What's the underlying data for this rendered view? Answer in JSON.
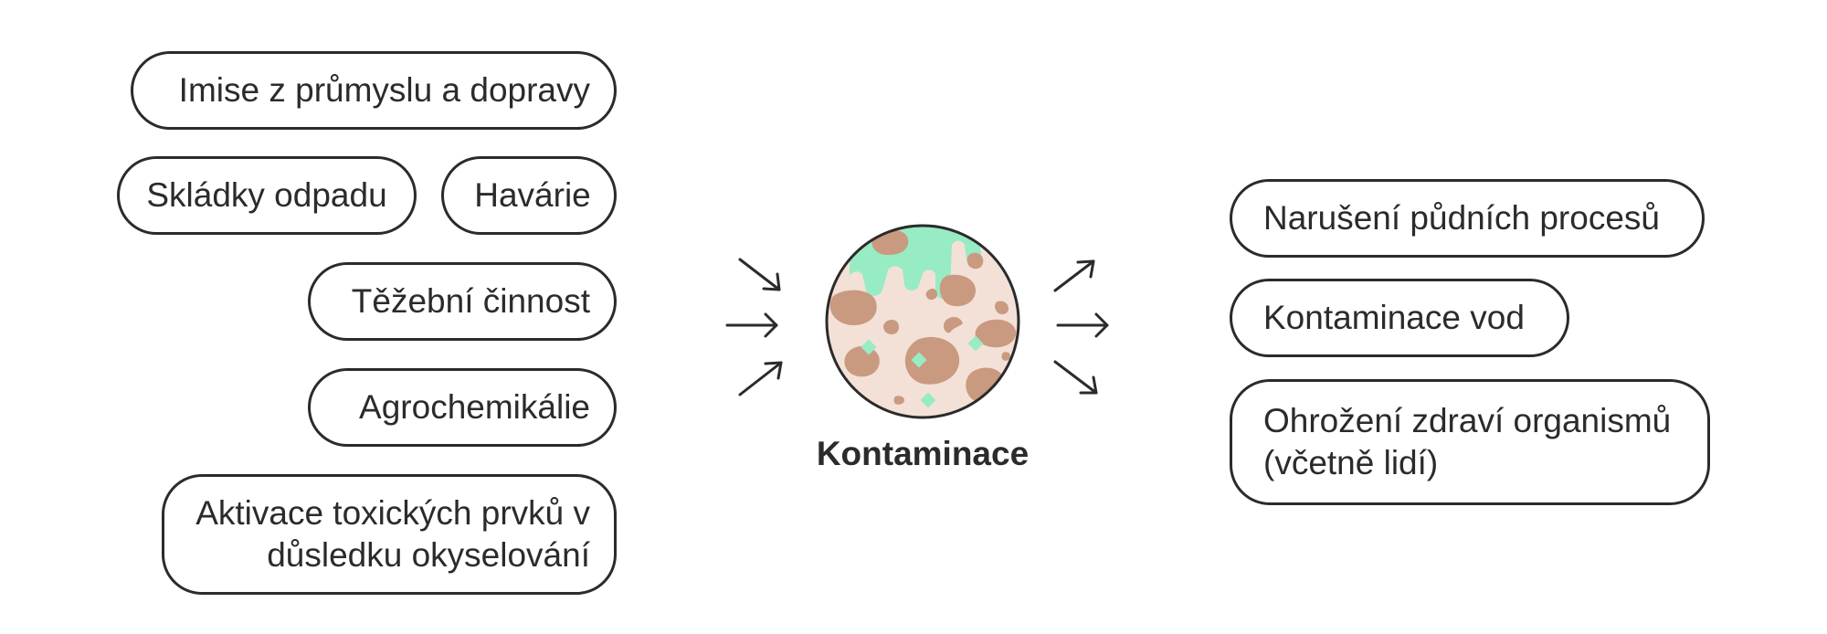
{
  "causes": [
    {
      "label": "Imise z průmyslu a dopravy"
    },
    {
      "label": "Skládky odpadu"
    },
    {
      "label": "Havárie"
    },
    {
      "label": "Těžební činnost"
    },
    {
      "label": "Agrochemikálie"
    },
    {
      "label": "Aktivace toxických prvků v důsledku okyselování"
    }
  ],
  "center": {
    "label": "Kontaminace",
    "icon": "contaminated-soil-icon"
  },
  "effects": [
    {
      "label": "Narušení půdních procesů"
    },
    {
      "label": "Kontaminace vod"
    },
    {
      "label": "Ohrožení zdraví organismů (včetně lidí)"
    }
  ],
  "colors": {
    "outline": "#2b2b2b",
    "soil_background": "#f3e1d8",
    "soil_particles": "#c99a80",
    "contaminant": "#98ecc4"
  }
}
